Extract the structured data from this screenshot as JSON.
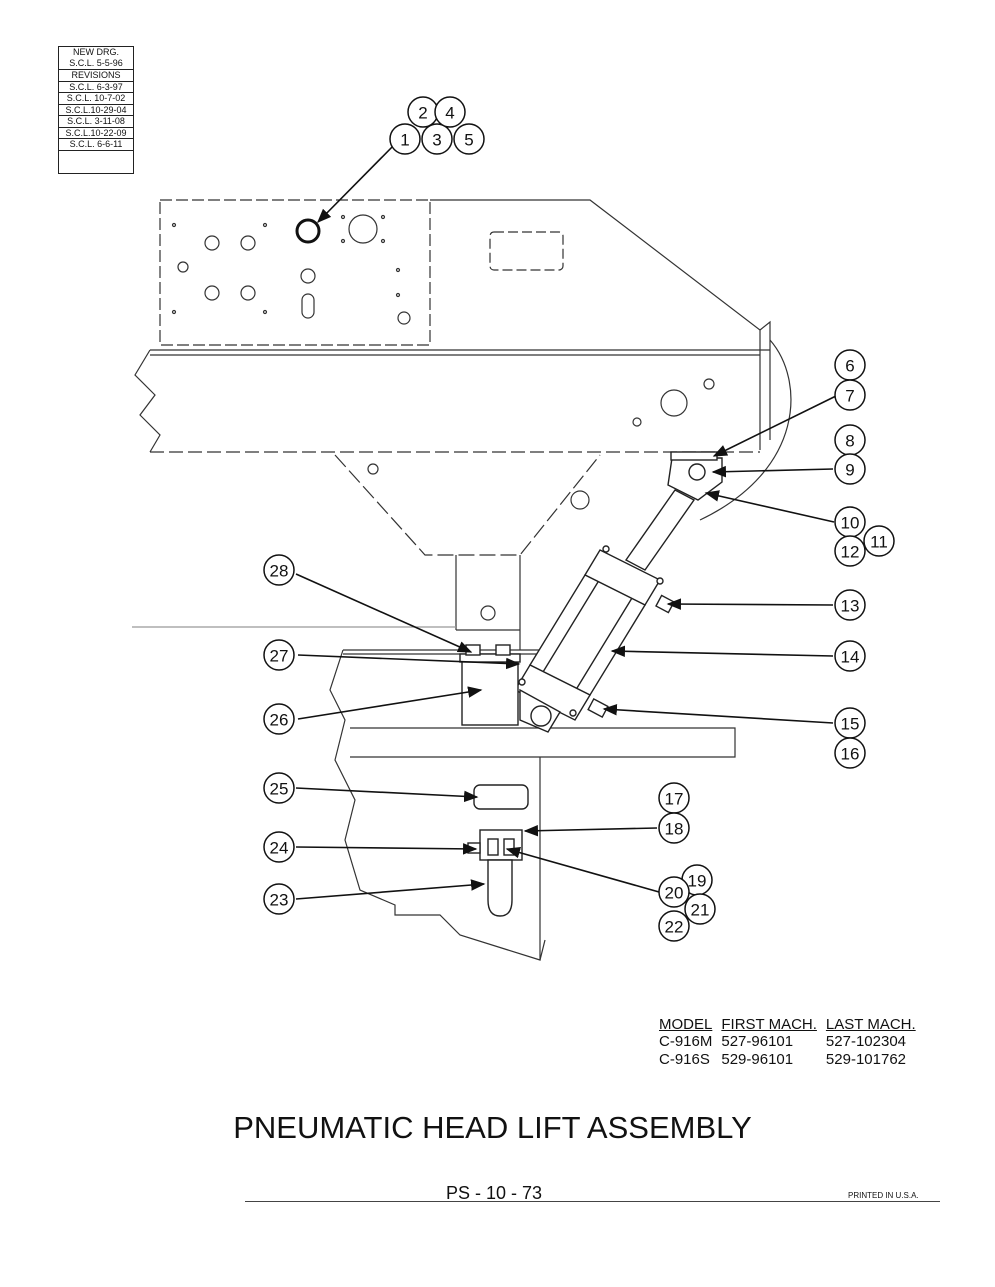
{
  "revisions": {
    "header": "NEW DRG.",
    "new_drawing": "S.C.L. 5-5-96",
    "label": "REVISIONS",
    "entries": [
      "S.C.L. 6-3-97",
      "S.C.L. 10-7-02",
      "S.C.L.10-29-04",
      "S.C.L. 3-11-08",
      "S.C.L.10-22-09",
      "S.C.L. 6-6-11"
    ]
  },
  "callouts": [
    "1",
    "2",
    "3",
    "4",
    "5",
    "6",
    "7",
    "8",
    "9",
    "10",
    "11",
    "12",
    "13",
    "14",
    "15",
    "16",
    "17",
    "18",
    "19",
    "20",
    "21",
    "22",
    "23",
    "24",
    "25",
    "26",
    "27",
    "28"
  ],
  "models_table": {
    "headers": [
      "MODEL",
      "FIRST MACH.",
      "LAST MACH."
    ],
    "rows": [
      [
        "C-916M",
        "527-96101",
        "527-102304"
      ],
      [
        "C-916S",
        "529-96101",
        "529-101762"
      ]
    ]
  },
  "title": "PNEUMATIC HEAD LIFT ASSEMBLY",
  "page_number": "PS - 10 - 73",
  "printed": "PRINTED IN U.S.A."
}
